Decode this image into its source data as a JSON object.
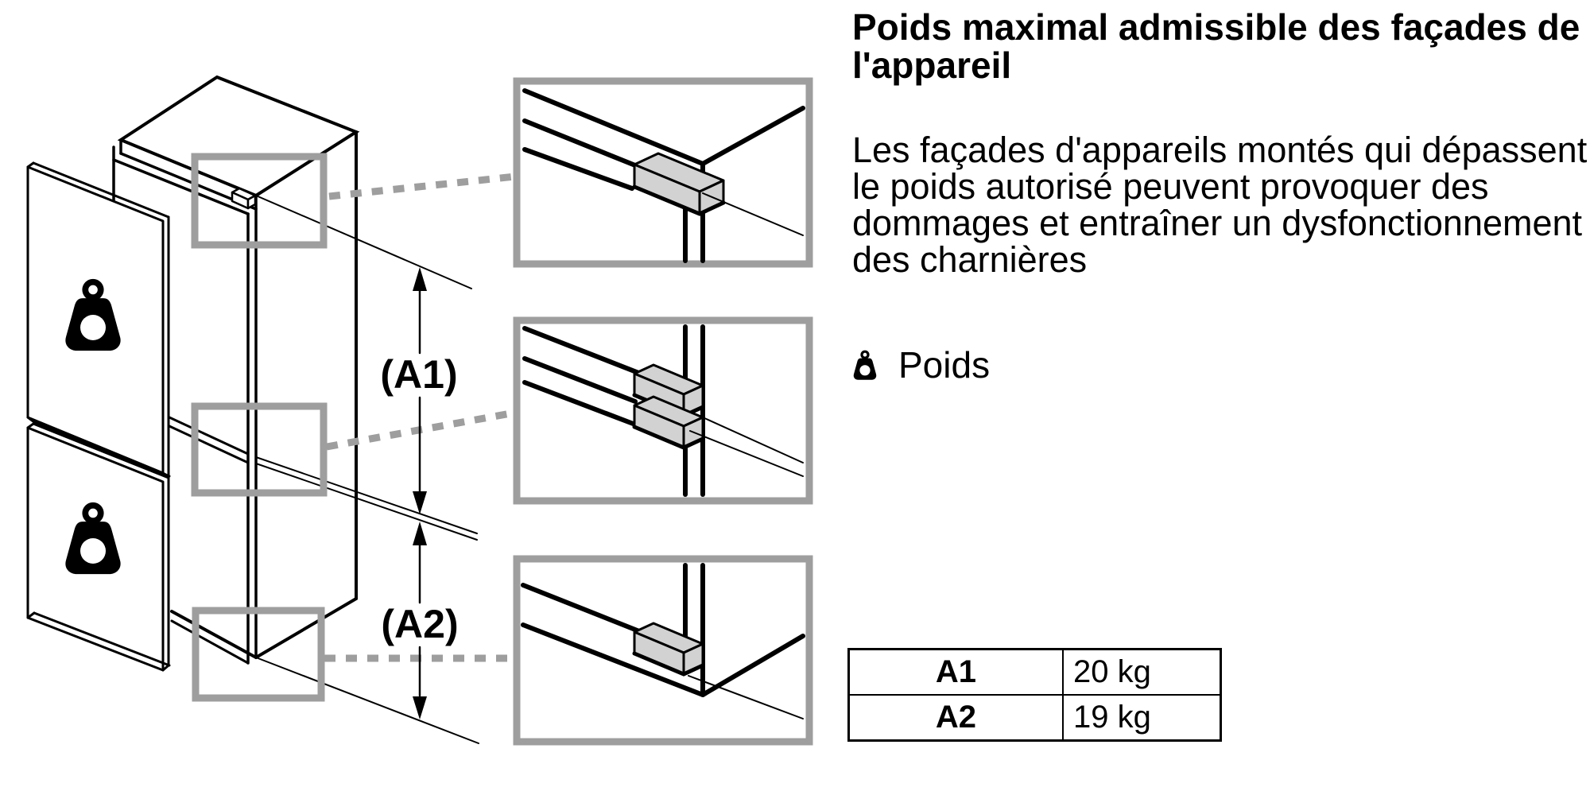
{
  "heading": {
    "text": "Poids maximal admissible des façades de l'appareil"
  },
  "body_text": {
    "text": "Les façades d'appareils montés qui dépassent le poids autorisé peuvent provoquer des dommages et entraîner un dysfonctionnement des charnières"
  },
  "legend": {
    "label": "Poids",
    "icon": "weight-icon"
  },
  "dimensions": {
    "a1_label": "(A1)",
    "a2_label": "(A2)"
  },
  "weight_table": {
    "rows": [
      {
        "dimension": "A1",
        "value": "20 kg"
      },
      {
        "dimension": "A2",
        "value": "19 kg"
      }
    ]
  },
  "colors": {
    "ink": "#000000",
    "callout_gray": "#9e9e9e",
    "bracket_fill": "#d2d2d2",
    "background": "#ffffff"
  }
}
